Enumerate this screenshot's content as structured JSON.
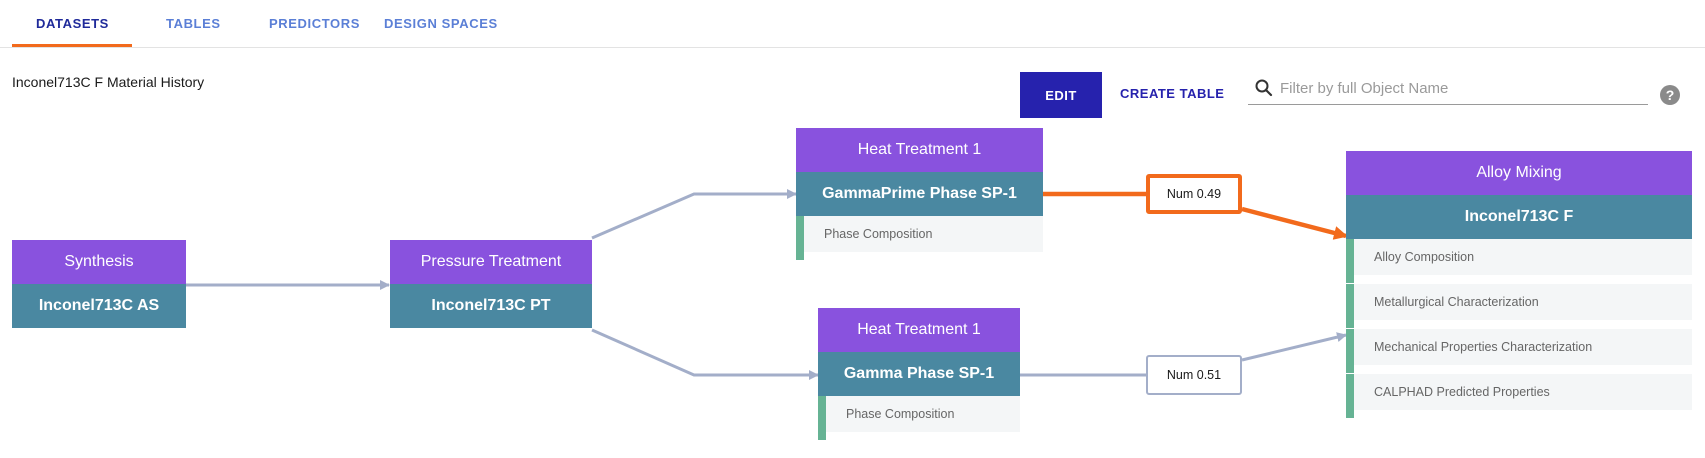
{
  "tabs": [
    {
      "label": "DATASETS",
      "active": true
    },
    {
      "label": "TABLES",
      "active": false
    },
    {
      "label": "PREDICTORS",
      "active": false
    },
    {
      "label": "DESIGN SPACES",
      "active": false
    }
  ],
  "page": {
    "title": "Inconel713C F Material History"
  },
  "toolbar": {
    "edit_label": "EDIT",
    "create_table_label": "CREATE TABLE",
    "search_placeholder": "Filter by full Object Name",
    "help_label": "?"
  },
  "colors": {
    "process": "#8952de",
    "material": "#4a88a1",
    "attribute_accent": "#66b394",
    "edge": "#a3aec9",
    "edge_highlight": "#f26a1c",
    "accent": "#2622ad"
  },
  "diagram": {
    "synthesis": {
      "process": "Synthesis",
      "material": "Inconel713C AS"
    },
    "pressure": {
      "process": "Pressure Treatment",
      "material": "Inconel713C PT"
    },
    "heat_top": {
      "process": "Heat Treatment 1",
      "material": "GammaPrime Phase SP-1",
      "attributes": [
        "Phase Composition"
      ]
    },
    "heat_bottom": {
      "process": "Heat Treatment 1",
      "material": "Gamma Phase SP-1",
      "attributes": [
        "Phase Composition"
      ]
    },
    "alloy": {
      "process": "Alloy Mixing",
      "material": "Inconel713C F",
      "attributes": [
        "Alloy Composition",
        "Metallurgical Characterization",
        "Mechanical Properties Characterization",
        "CALPHAD Predicted Properties"
      ]
    },
    "edge_labels": {
      "top": "Num 0.49",
      "bottom": "Num 0.51"
    }
  }
}
